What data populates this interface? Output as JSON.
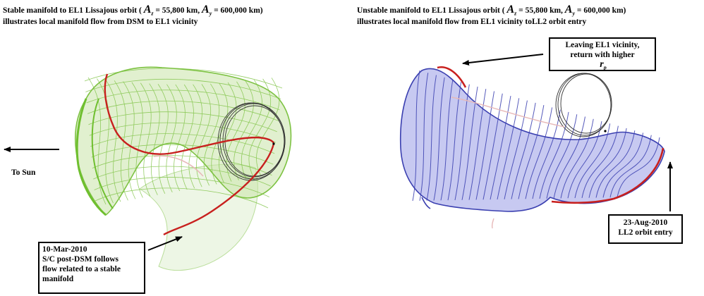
{
  "left_panel": {
    "title_prefix": "Stable manifold to EL1 Lissajous orbit (",
    "az_symbol": "A",
    "az_sub": "z",
    "az_value": "= 55,800 km,",
    "ay_symbol": "A",
    "ay_sub": "y",
    "ay_value": "= 600,000 km)",
    "subtitle": "illustrates local manifold flow from DSM to EL1 vicinity",
    "to_sun_label": "To Sun",
    "callout_lines": [
      "10-Mar-2010",
      "S/C post-DSM follows",
      "flow related to a stable",
      "manifold"
    ],
    "manifold_color": "#7dc242",
    "trajectory_color": "#c8201e"
  },
  "right_panel": {
    "title_prefix": "Unstable manifold to EL1 Lissajous orbit (",
    "az_symbol": "A",
    "az_sub": "z",
    "az_value": "= 55,800 km,",
    "ay_symbol": "A",
    "ay_sub": "y",
    "ay_value": "= 600,000 km)",
    "subtitle": "illustrates local manifold flow from  EL1 vicinity toLL2 orbit entry",
    "leaving_lines": [
      "Leaving EL1 vicinity,",
      "return with higher"
    ],
    "rp_symbol": "r",
    "rp_sub": "p",
    "entry_lines": [
      "23-Aug-2010",
      "LL2 orbit entry"
    ],
    "manifold_color": "#3a3fb0",
    "trajectory_color": "#c8201e"
  }
}
